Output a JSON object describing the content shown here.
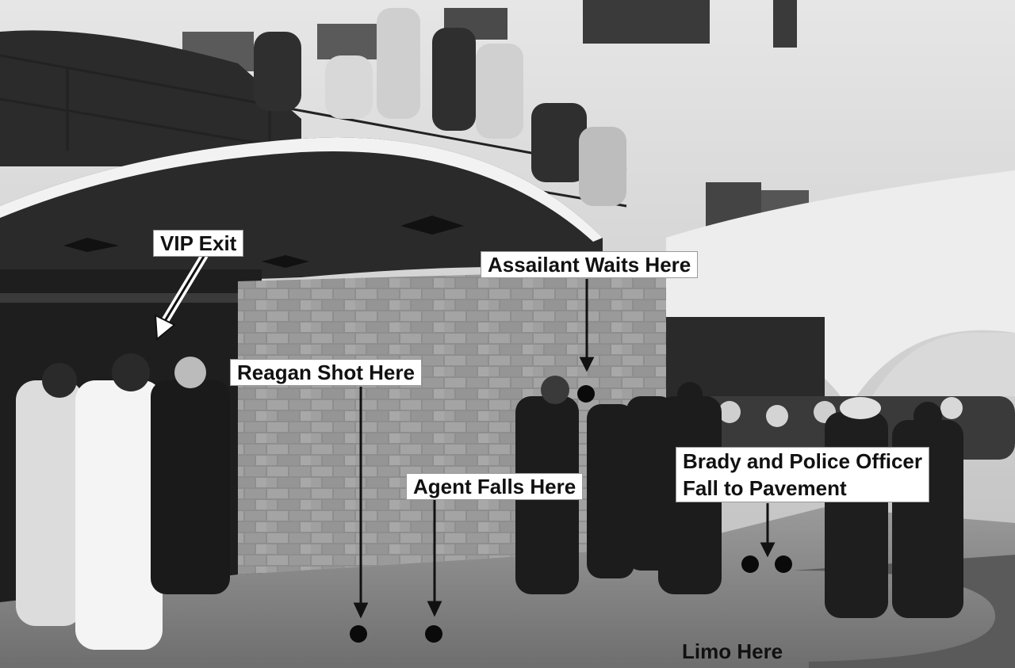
{
  "image": {
    "description_colors": {
      "ink": "#111111",
      "label_bg": "#ffffff"
    }
  },
  "labels": {
    "vip_exit": "VIP Exit",
    "assailant": "Assailant Waits Here",
    "reagan": "Reagan Shot Here",
    "agent": "Agent Falls Here",
    "brady_line1": "Brady and Police Officer",
    "brady_line2": "Fall to Pavement",
    "limo": "Limo Here"
  }
}
